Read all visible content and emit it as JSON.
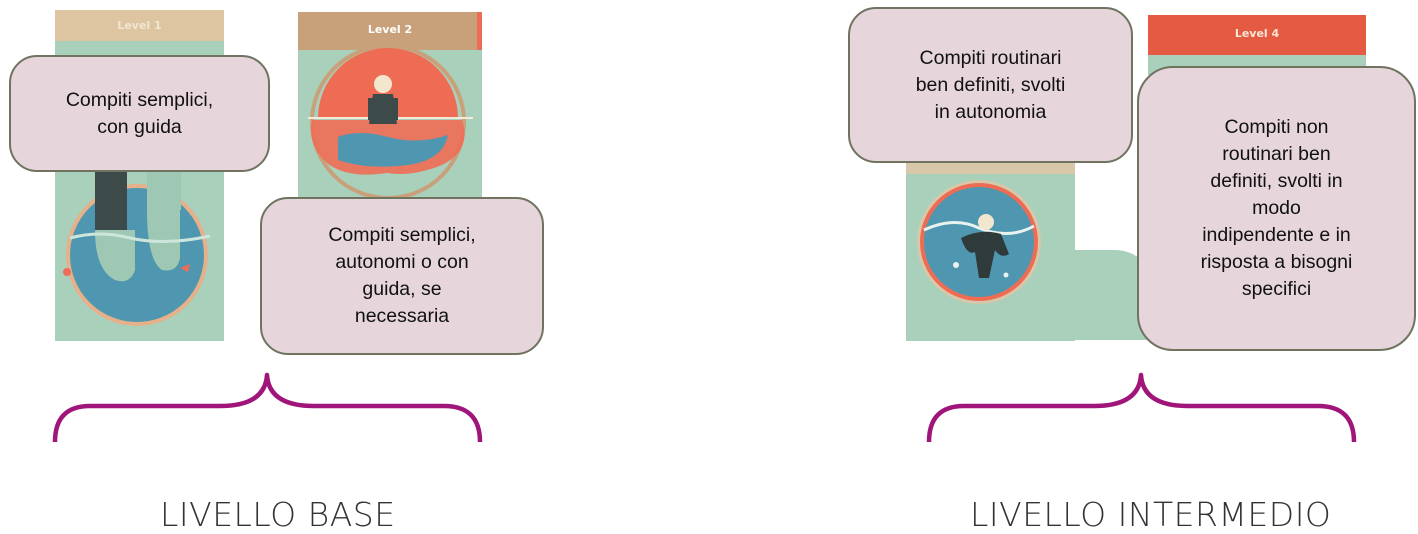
{
  "cards": [
    {
      "id": "level-1",
      "header": "Level 1",
      "header_color": "#dcc5a0",
      "header_text_color": "#f1e6d2"
    },
    {
      "id": "level-2",
      "header": "Level 2",
      "header_color": "#c8a17a",
      "header_text_color": "#ffffff"
    },
    {
      "id": "level-4",
      "header": "Level 4",
      "header_color": "#e55a43",
      "header_text_color": "#fbe7d6"
    }
  ],
  "bubbles": {
    "level1": "Compiti semplici,\ncon guida",
    "level2": "Compiti semplici,\nautonomi o con\nguida, se\nnecessaria",
    "level3": "Compiti routinari\nben definiti, svolti\nin autonomia",
    "level4": "Compiti non\nroutinari ben\ndefiniti, svolti in\nmodo\nindipendente e in\nrisposta a bisogni\nspecifici"
  },
  "groups": {
    "base_label": "LIVELLO BASE",
    "intermediate_label": "LIVELLO INTERMEDIO"
  },
  "colors": {
    "brace": "#a0157a",
    "bubble_fill": "#e6d6dc",
    "bubble_border": "#6f7360",
    "card_mint": "#a9d0bb",
    "coral": "#ef6c54",
    "water_blue": "#4f97b0"
  }
}
